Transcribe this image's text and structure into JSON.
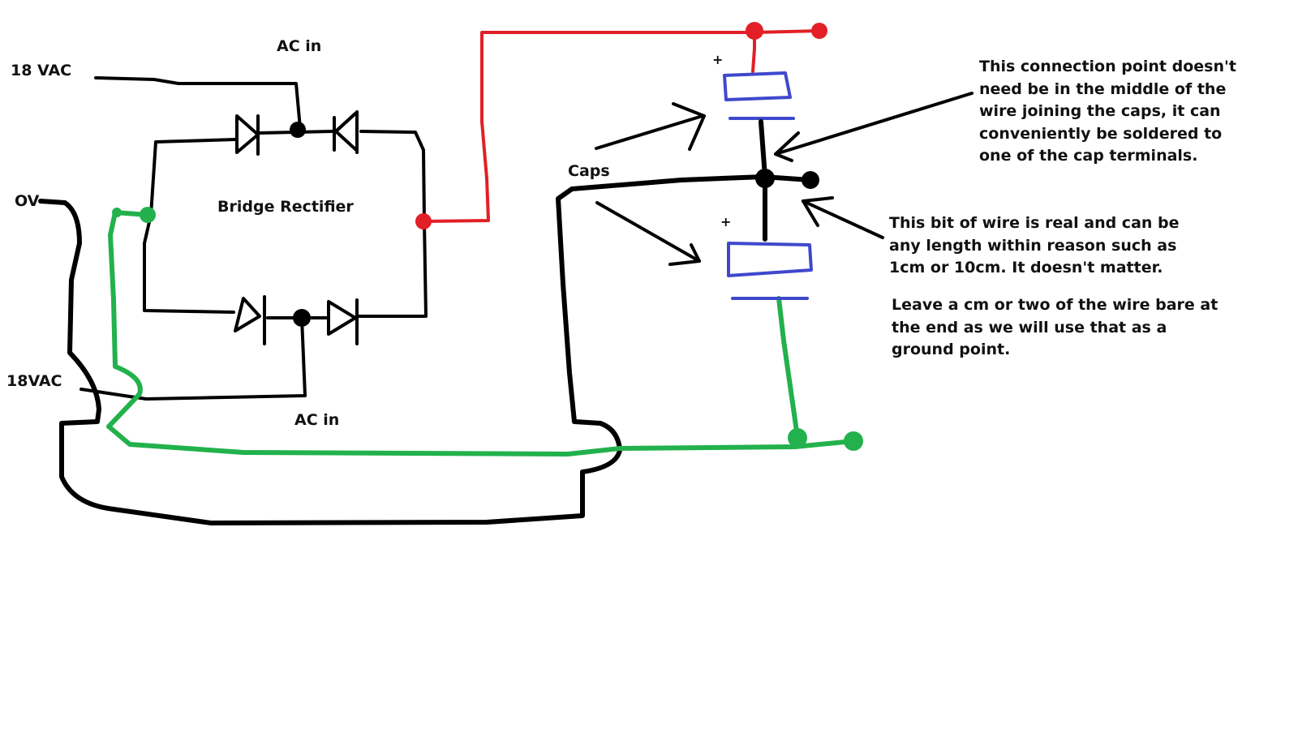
{
  "labels": {
    "vac_top": "18 VAC",
    "ac_in_top": "AC in",
    "ov": "OV",
    "bridge": "Bridge Rectifier",
    "vac_bottom": "18VAC",
    "ac_in_bottom": "AC in",
    "caps": "Caps",
    "plus_top": "+",
    "plus_bottom": "+"
  },
  "notes": {
    "connection_point": [
      "This connection point doesn't",
      "need be in the middle of the",
      "wire joining the caps, it can",
      "conveniently be soldered to",
      "one of the cap terminals."
    ],
    "wire_bit": [
      "This bit of wire is real and can be",
      "any length within reason such as",
      "1cm or 10cm. It doesn't matter."
    ],
    "leave_bare": [
      "Leave a cm or two of the wire bare at",
      "the end as we will use that as a",
      "ground point."
    ]
  },
  "colors": {
    "wire_black": "#000000",
    "wire_red": "#e21f26",
    "wire_green": "#22b14c",
    "capacitor_blue": "#3f48cc"
  }
}
